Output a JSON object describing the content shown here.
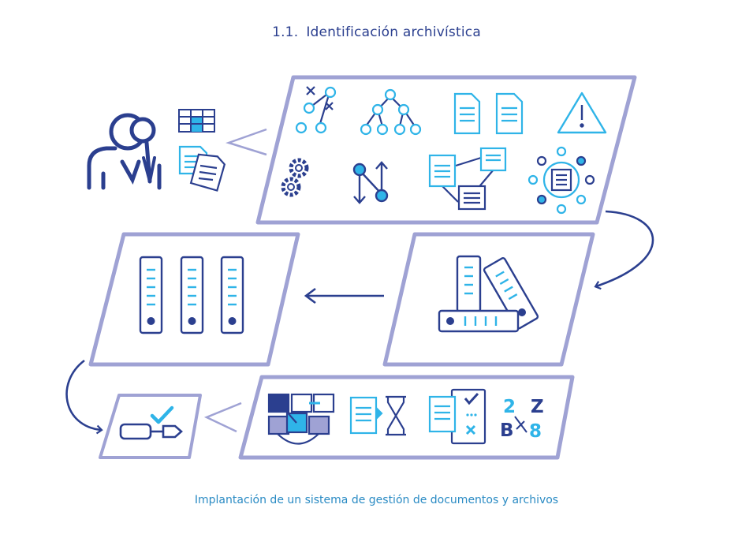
{
  "section": {
    "number": "1.1.",
    "title": "Identificación archivística"
  },
  "caption": "Implantación de un sistema de gestión de documentos y archivos",
  "icons": {
    "person": "person-magnifier-icon",
    "grid": "grid-highlight-icon",
    "documents": "documents-icon",
    "network": "network-icon",
    "hierarchy": "hierarchy-tree-icon",
    "pages": "pages-icon",
    "warning": "warning-icon",
    "gears": "gears-icon",
    "flow": "flow-arrows-icon",
    "workflow": "workflow-documents-icon",
    "hub": "document-hub-icon",
    "binders_row": "binders-row-icon",
    "binders_stack": "binders-stack-icon",
    "screwdriver": "screwdriver-check-icon",
    "classification": "classification-blocks-icon",
    "retention": "document-hourglass-icon",
    "checklist": "document-checklist-icon",
    "sorting": "alphanumeric-sort-icon"
  },
  "sort_glyphs": {
    "top_left": "2",
    "top_right": "Z",
    "bottom_left": "B",
    "bottom_right": "8"
  },
  "colors": {
    "dark_blue": "#2b3f8f",
    "light_blue": "#2fb4e8",
    "frame": "#9fa2d4",
    "title": "#2b3f8f",
    "caption": "#2a8bc4"
  }
}
